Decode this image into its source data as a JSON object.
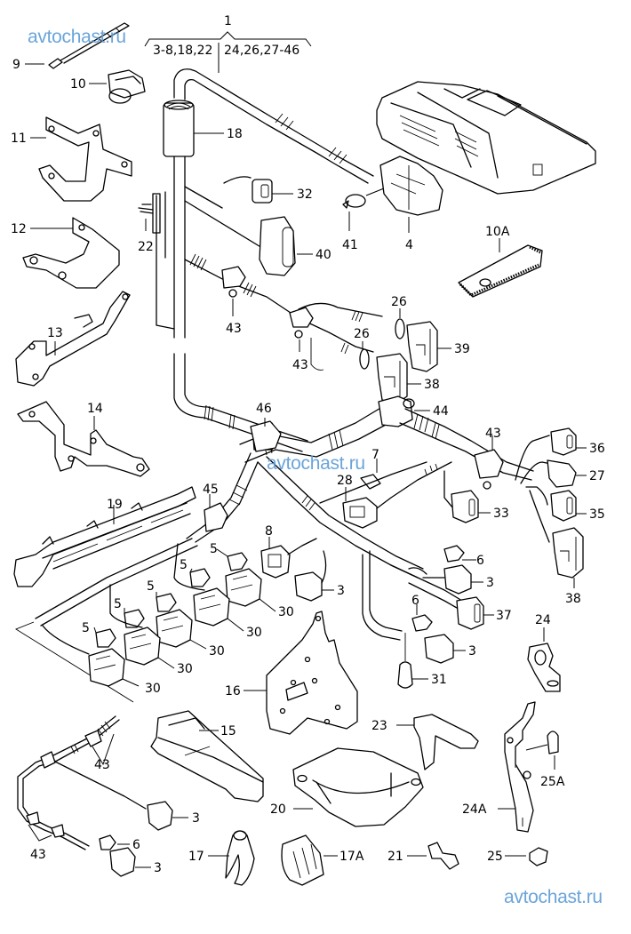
{
  "diagram": {
    "title_callout": {
      "number": "1",
      "left_group": "3-8,18,22",
      "right_group": "24,26,27-46"
    },
    "labels": [
      {
        "id": "9",
        "part": "cable-tie"
      },
      {
        "id": "10",
        "part": "clip"
      },
      {
        "id": "11",
        "part": "bracket"
      },
      {
        "id": "12",
        "part": "bracket"
      },
      {
        "id": "13",
        "part": "bracket"
      },
      {
        "id": "14",
        "part": "bracket"
      },
      {
        "id": "18",
        "part": "sleeve"
      },
      {
        "id": "22",
        "part": "fastener"
      },
      {
        "id": "32",
        "part": "connector"
      },
      {
        "id": "40",
        "part": "connector"
      },
      {
        "id": "41",
        "part": "hose-clamp"
      },
      {
        "id": "4",
        "part": "ecu-connector"
      },
      {
        "id": "10A",
        "part": "label-pad"
      },
      {
        "id": "43",
        "part": "grommet"
      },
      {
        "id": "26",
        "part": "seal"
      },
      {
        "id": "39",
        "part": "connector"
      },
      {
        "id": "38",
        "part": "connector"
      },
      {
        "id": "46",
        "part": "grommet"
      },
      {
        "id": "44",
        "part": "grommet"
      },
      {
        "id": "7",
        "part": "clip"
      },
      {
        "id": "28",
        "part": "connector"
      },
      {
        "id": "36",
        "part": "connector"
      },
      {
        "id": "27",
        "part": "connector"
      },
      {
        "id": "35",
        "part": "connector"
      },
      {
        "id": "33",
        "part": "connector"
      },
      {
        "id": "19",
        "part": "cable-duct"
      },
      {
        "id": "45",
        "part": "grommet"
      },
      {
        "id": "8",
        "part": "connector"
      },
      {
        "id": "3",
        "part": "connector"
      },
      {
        "id": "6",
        "part": "clip"
      },
      {
        "id": "37",
        "part": "connector"
      },
      {
        "id": "5",
        "part": "clip"
      },
      {
        "id": "30",
        "part": "injector-connector"
      },
      {
        "id": "31",
        "part": "sensor"
      },
      {
        "id": "24",
        "part": "bracket"
      },
      {
        "id": "16",
        "part": "bracket"
      },
      {
        "id": "15",
        "part": "cover"
      },
      {
        "id": "23",
        "part": "bracket"
      },
      {
        "id": "25A",
        "part": "clip"
      },
      {
        "id": "20",
        "part": "cup"
      },
      {
        "id": "24A",
        "part": "bracket"
      },
      {
        "id": "17",
        "part": "clamp"
      },
      {
        "id": "17A",
        "part": "holder"
      },
      {
        "id": "21",
        "part": "clip"
      },
      {
        "id": "25",
        "part": "clip"
      }
    ],
    "watermarks": [
      "avtochast.ru",
      "avtochast.ru",
      "avtochast.ru"
    ],
    "colors": {
      "line": "#000000",
      "background": "#ffffff",
      "watermark": "#5b9bd5"
    }
  }
}
